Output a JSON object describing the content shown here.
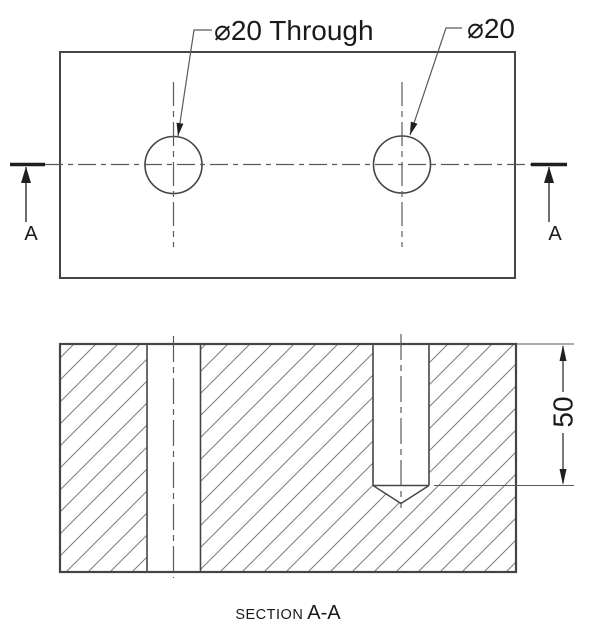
{
  "drawing": {
    "title": "SECTION A-A",
    "labels": {
      "hole_left_callout": "⌀20 Through",
      "hole_right_callout": "⌀20",
      "section_arrow_left": "A",
      "section_arrow_right": "A",
      "depth_dimension": "50",
      "caption_prefix": "SECTION",
      "caption_view": "A-A"
    },
    "colors": {
      "background": "#ffffff",
      "outline": "#454545",
      "thin": "#5a5a5a",
      "hatch": "#7d7d7d",
      "cut_line": "#1f1f1f",
      "text": "#1a1a1a"
    }
  }
}
